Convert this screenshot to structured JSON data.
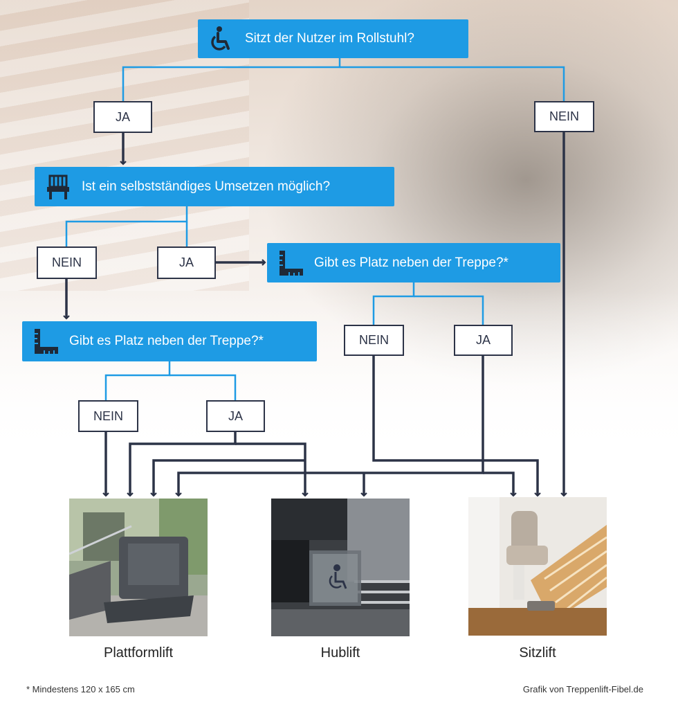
{
  "questions": {
    "q1": "Sitzt der Nutzer im Rollstuhl?",
    "q2": "Ist ein selbstständiges Umsetzen möglich?",
    "q3": "Gibt es Platz neben der Treppe?*",
    "q4": "Gibt es Platz neben der Treppe?*"
  },
  "answers": {
    "q1_yes": "JA",
    "q1_no": "NEIN",
    "q2_no": "NEIN",
    "q2_yes": "JA",
    "q3_no": "NEIN",
    "q3_yes": "JA",
    "q4_no": "NEIN",
    "q4_yes": "JA"
  },
  "results": {
    "plattformlift": "Plattformlift",
    "hublift": "Hublift",
    "sitzlift": "Sitzlift"
  },
  "icons": {
    "q1": "wheelchair-icon",
    "q2": "chair-icon",
    "q3": "ruler-icon",
    "q4": "ruler-icon"
  },
  "footer": {
    "note": "* Mindestens 120 x 165 cm",
    "credit": "Grafik von Treppenlift-Fibel.de"
  },
  "colors": {
    "question_bg": "#1e9be4",
    "blue_line": "#1e9be4",
    "dark_line": "#2c3347"
  }
}
